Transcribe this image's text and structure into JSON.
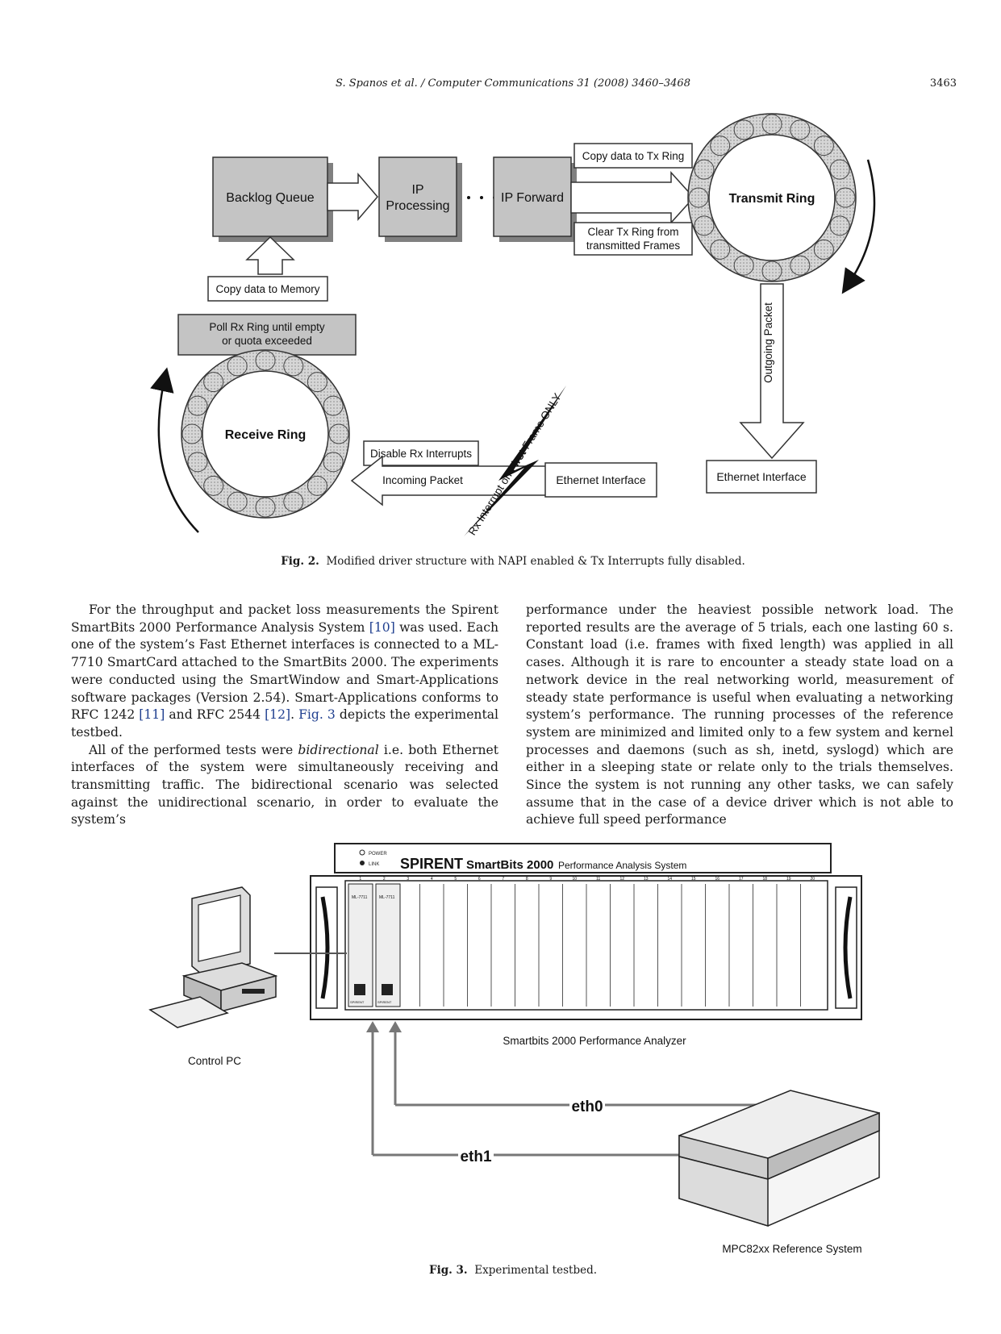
{
  "header": {
    "journal": "S. Spanos et al. / Computer Communications 31 (2008) 3460–3468",
    "page_number": "3463"
  },
  "figure2": {
    "boxes": {
      "backlog_queue": "Backlog Queue",
      "ip_processing_1": "IP",
      "ip_processing_2": "Processing",
      "ip_forward": "IP Forward",
      "copy_to_tx": "Copy data to Tx Ring",
      "clear_tx_1": "Clear Tx Ring from",
      "clear_tx_2": "transmitted Frames",
      "transmit_ring": "Transmit Ring",
      "copy_to_memory": "Copy data to Memory",
      "poll_rx_1": "Poll Rx Ring until empty",
      "poll_rx_2": "or quota exceeded",
      "receive_ring": "Receive Ring",
      "disable_rx": "Disable Rx Interrupts",
      "incoming_packet": "Incoming Packet",
      "ethernet_interface_left": "Ethernet Interface",
      "ethernet_interface_right": "Ethernet Interface",
      "outgoing_packet": "Outgoing Packet",
      "rx_interrupt_a": "Rx Interrupt on ",
      "rx_interrupt_b": "First",
      "rx_interrupt_c": " Frame ONLY"
    },
    "caption_label": "Fig. 2.",
    "caption_text": "Modified driver structure with NAPI enabled & Tx Interrupts fully disabled."
  },
  "body": {
    "left": {
      "p1_a": "For the throughput and packet loss measurements the Spirent SmartBits 2000 Performance Analysis System ",
      "p1_ref1": "[10]",
      "p1_b": " was used. Each one of the system’s Fast Ethernet interfaces is connected to a ML-7710 SmartCard attached to the SmartBits 2000. The experiments were conducted using the SmartWindow and Smart-Applications software packages (Version 2.54). Smart-Applications conforms to RFC 1242 ",
      "p1_ref2": "[11]",
      "p1_c": " and RFC 2544 ",
      "p1_ref3": "[12]",
      "p1_d": ". ",
      "p1_fig": "Fig. 3",
      "p1_e": " depicts the experimental testbed.",
      "p2_a": "All of the performed tests were ",
      "p2_em": "bidirectional",
      "p2_b": " i.e. both Ethernet interfaces of the system were simultaneously receiving and transmitting traffic. The bidirectional scenario was selected against the unidirectional scenario, in order to evaluate the system’s"
    },
    "right": {
      "p1": "performance under the heaviest possible network load. The reported results are the average of 5 trials, each one lasting 60 s. Constant load (i.e. frames with fixed length) was applied in all cases. Although it is rare to encounter a steady state load on a network device in the real networking world, measurement of steady state performance is useful when evaluating a networking system’s performance. The running processes of the reference system are minimized and limited only to a few system and kernel processes and daemons (such as sh, inetd, syslogd) which are either in a sleeping state or relate only to the trials themselves. Since the system is not running any other tasks, we can safely assume that in the case of a device driver which is not able to achieve full speed performance"
    }
  },
  "figure3": {
    "brand": "SPIRENT",
    "product": "SmartBits 2000",
    "product_suffix": "Performance Analysis System",
    "power_label": "POWER",
    "link_label": "LINK",
    "card_label_1": "ML-7711",
    "card_label_2": "ML-7711",
    "card_brand": "SPIRENT",
    "analyzer_label": "Smartbits 2000 Performance Analyzer",
    "control_pc": "Control PC",
    "eth0": "eth0",
    "eth1": "eth1",
    "reference_system": "MPC82xx Reference System",
    "slot_numbers": [
      "1",
      "2",
      "3",
      "4",
      "5",
      "6",
      "7",
      "8",
      "9",
      "10",
      "11",
      "12",
      "13",
      "14",
      "15",
      "16",
      "17",
      "18",
      "19",
      "20"
    ],
    "caption_label": "Fig. 3.",
    "caption_text": "Experimental testbed."
  }
}
